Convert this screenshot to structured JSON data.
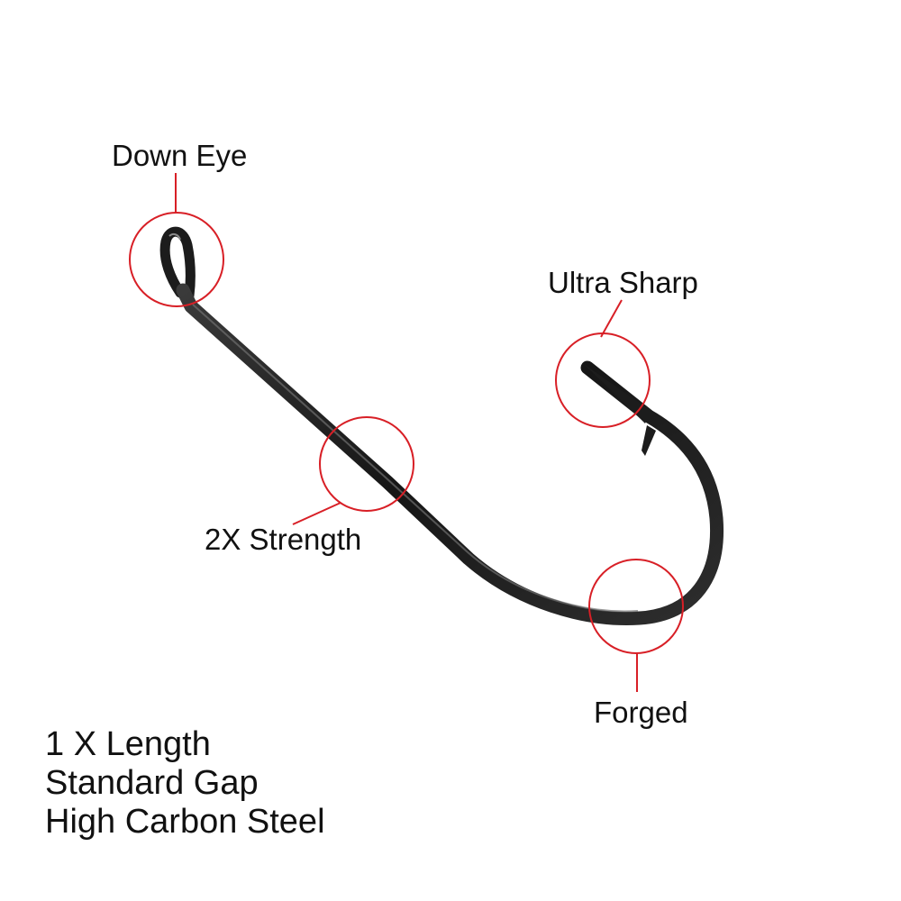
{
  "callouts": {
    "down_eye": "Down Eye",
    "ultra_sharp": "Ultra Sharp",
    "strength": "2X Strength",
    "forged": "Forged"
  },
  "specs": [
    "1 X Length",
    "Standard Gap",
    "High Carbon Steel"
  ],
  "colors": {
    "background": "#ffffff",
    "callout_ring": "#d81f26",
    "hook": "#1c1c1c",
    "text": "#111111"
  }
}
